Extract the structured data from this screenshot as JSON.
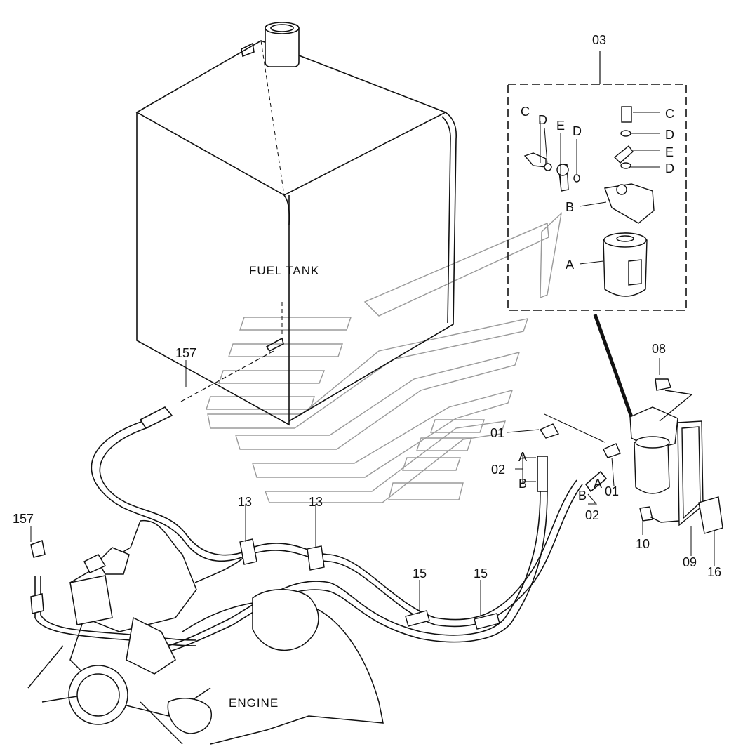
{
  "labels": {
    "fuel_tank": "FUEL TANK",
    "engine": "ENGINE"
  },
  "callouts": {
    "c03": "03",
    "c157_top": "157",
    "c157_left": "157",
    "c08": "08",
    "c01_left": "01",
    "c01_right": "01",
    "c02_left": "02",
    "c02_right": "02",
    "c02_A": "A",
    "c02_B": "B",
    "c02r_A": "A",
    "c02r_B": "B",
    "c13_left": "13",
    "c13_right": "13",
    "c15_left": "15",
    "c15_right": "15",
    "c10": "10",
    "c09": "09",
    "c16": "16"
  },
  "kit_callouts": {
    "C_left": "C",
    "D_left": "D",
    "E_left": "E",
    "D_mid": "D",
    "C_right": "C",
    "D_right1": "D",
    "E_right": "E",
    "D_right2": "D",
    "B": "B",
    "A": "A"
  },
  "colors": {
    "line": "#111111",
    "watermark": "#9a9a9a",
    "background": "#ffffff"
  }
}
